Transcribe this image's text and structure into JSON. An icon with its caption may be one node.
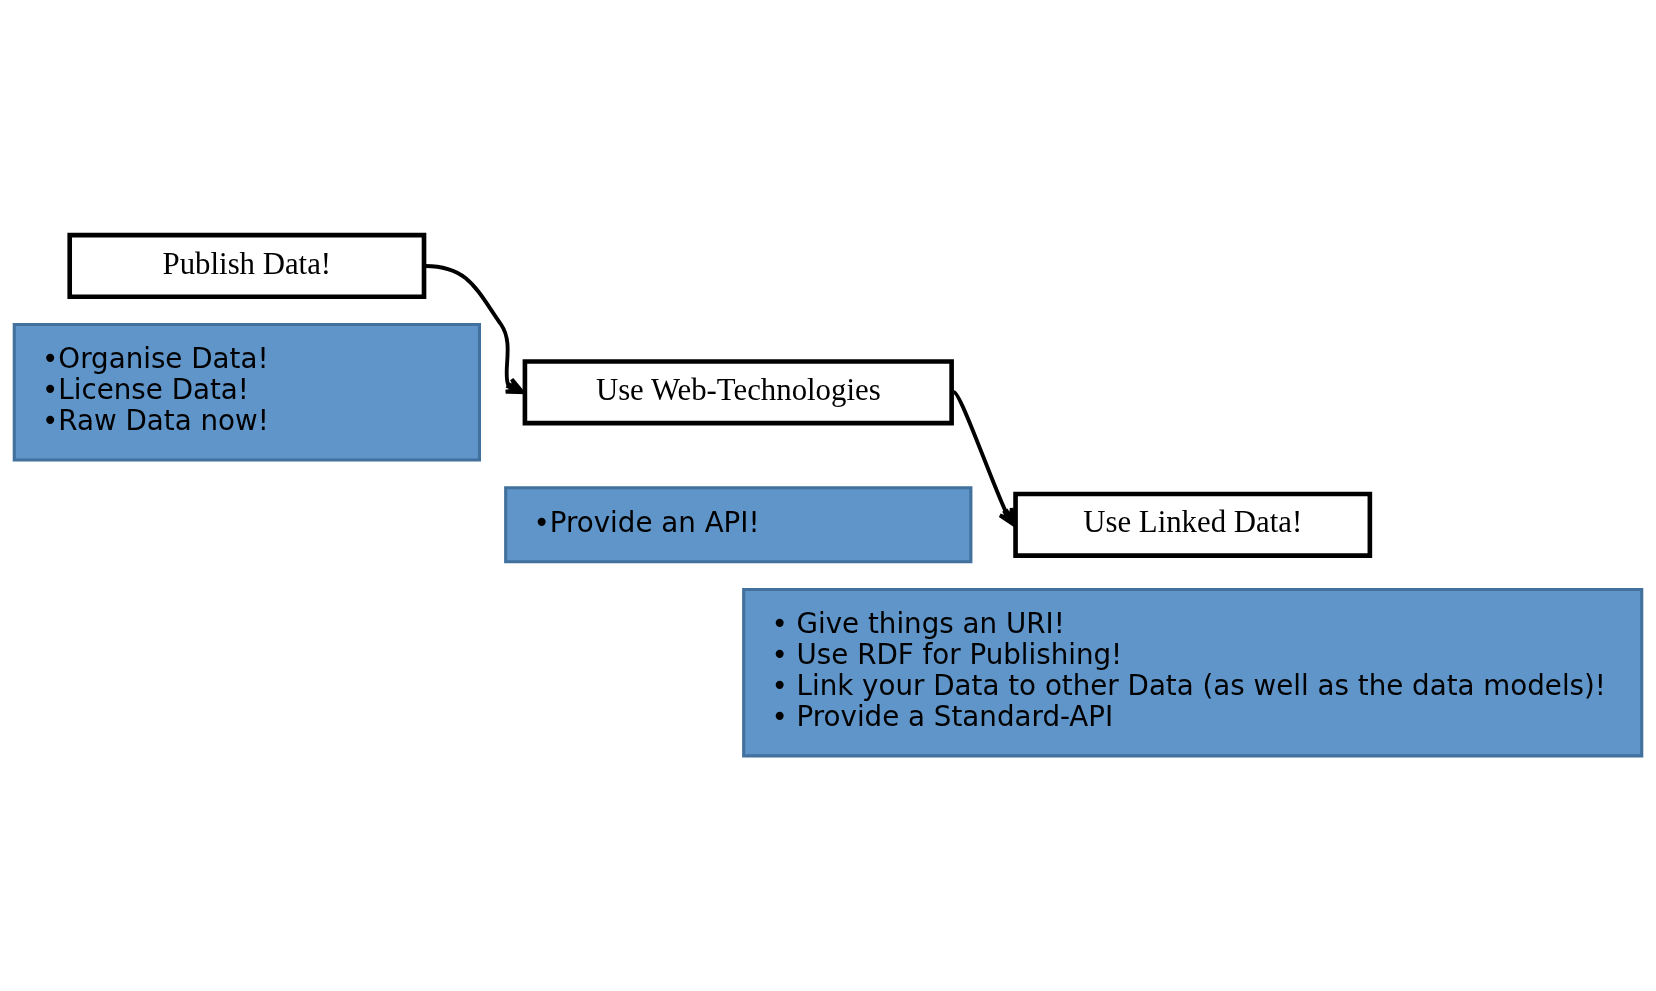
{
  "diagram": {
    "nodes": [
      {
        "text": [
          "Publish Data!"
        ]
      },
      {
        "text": [
          "•Organise Data!",
          "•License Data!",
          "•Raw Data now!"
        ]
      },
      {
        "text": [
          "Use Web-Technologies"
        ]
      },
      {
        "text": [
          "•Provide an API!"
        ]
      },
      {
        "text": [
          "Use Linked Data!"
        ]
      },
      {
        "text": [
          "• Give things an URI!",
          "• Use RDF for Publishing!",
          "• Link your Data to other Data (as well as the data models)!",
          "• Provide a Standard-API"
        ]
      }
    ],
    "edges": [
      {
        "from": 0,
        "to": 2,
        "arrow": "to"
      },
      {
        "from": 2,
        "to": 4,
        "arrow": "to"
      }
    ]
  }
}
